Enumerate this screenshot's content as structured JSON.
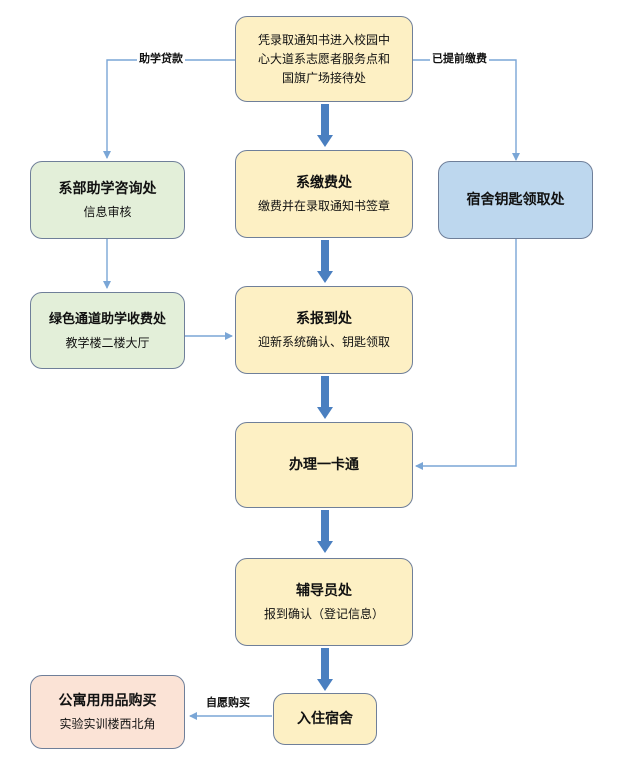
{
  "nodes": {
    "entry": {
      "lines": [
        "凭录取通知书进入校园中",
        "心大道系志愿者服务点和",
        "国旗广场接待处"
      ]
    },
    "dept_aid": {
      "title": "系部助学咨询处",
      "sub": "信息审核"
    },
    "fee": {
      "title": "系缴费处",
      "sub": "缴费并在录取通知书签章"
    },
    "key": {
      "title": "宿舍钥匙领取处"
    },
    "green_channel": {
      "title": "绿色通道助学收费处",
      "sub": "教学楼二楼大厅"
    },
    "report": {
      "title": "系报到处",
      "sub": "迎新系统确认、钥匙领取"
    },
    "card": {
      "title": "办理一卡通"
    },
    "counselor": {
      "title": "辅导员处",
      "sub": "报到确认（登记信息）"
    },
    "dorm": {
      "title": "入住宿舍"
    },
    "supplies": {
      "title": "公寓用用品购买",
      "sub": "实验实训楼西北角"
    }
  },
  "edge_labels": {
    "loan": "助学贷款",
    "prepaid": "已提前缴费",
    "self_buy": "自愿购买"
  },
  "colors": {
    "thin_arrow": "#7aa6d6",
    "thick_arrow": "#4a7fc0",
    "node_border": "#6f7f99"
  }
}
